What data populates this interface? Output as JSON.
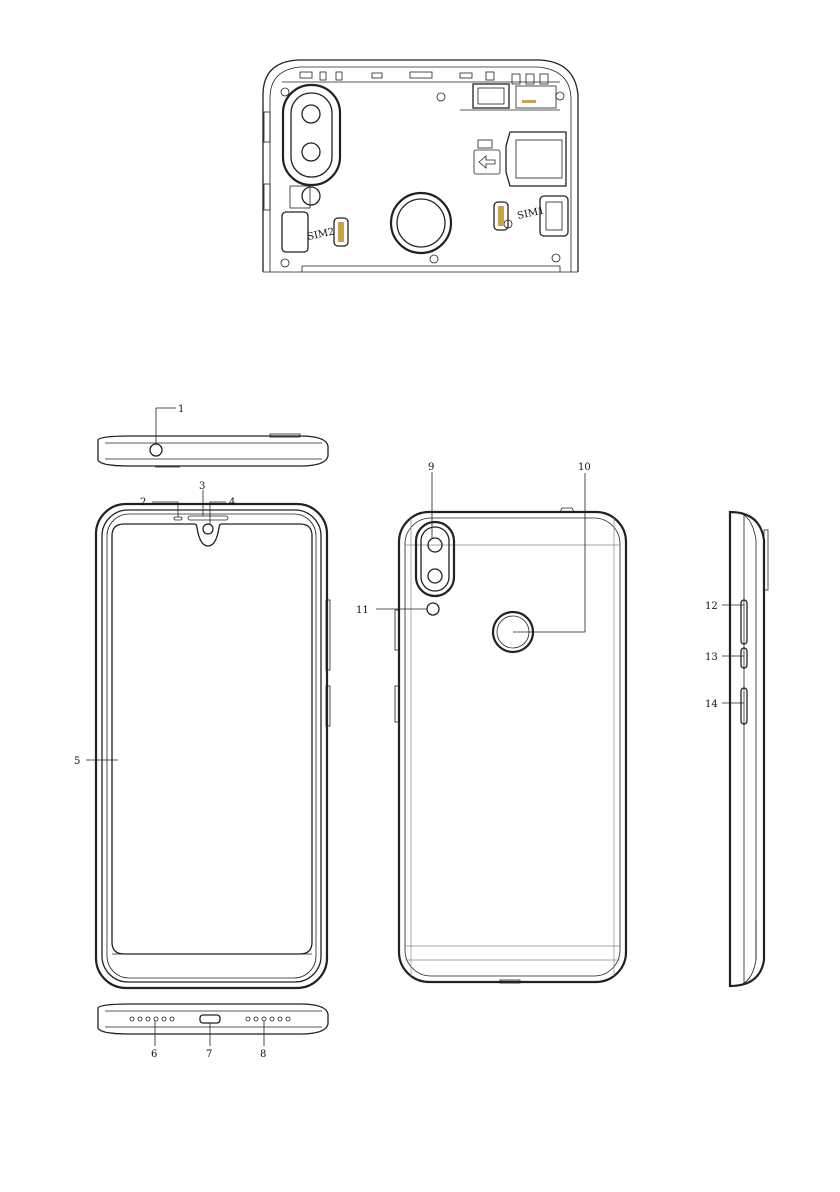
{
  "sim_labels": {
    "sim1": "SIM1",
    "sim2": "SIM2"
  },
  "callouts": [
    {
      "id": "1",
      "label": "1"
    },
    {
      "id": "2",
      "label": "2"
    },
    {
      "id": "3",
      "label": "3"
    },
    {
      "id": "4",
      "label": "4"
    },
    {
      "id": "5",
      "label": "5"
    },
    {
      "id": "6",
      "label": "6"
    },
    {
      "id": "7",
      "label": "7"
    },
    {
      "id": "8",
      "label": "8"
    },
    {
      "id": "9",
      "label": "9"
    },
    {
      "id": "10",
      "label": "10"
    },
    {
      "id": "11",
      "label": "11"
    },
    {
      "id": "12",
      "label": "12"
    },
    {
      "id": "13",
      "label": "13"
    },
    {
      "id": "14",
      "label": "14"
    }
  ],
  "colors": {
    "line": "#222222",
    "sim_tray": "#c9a24a"
  }
}
